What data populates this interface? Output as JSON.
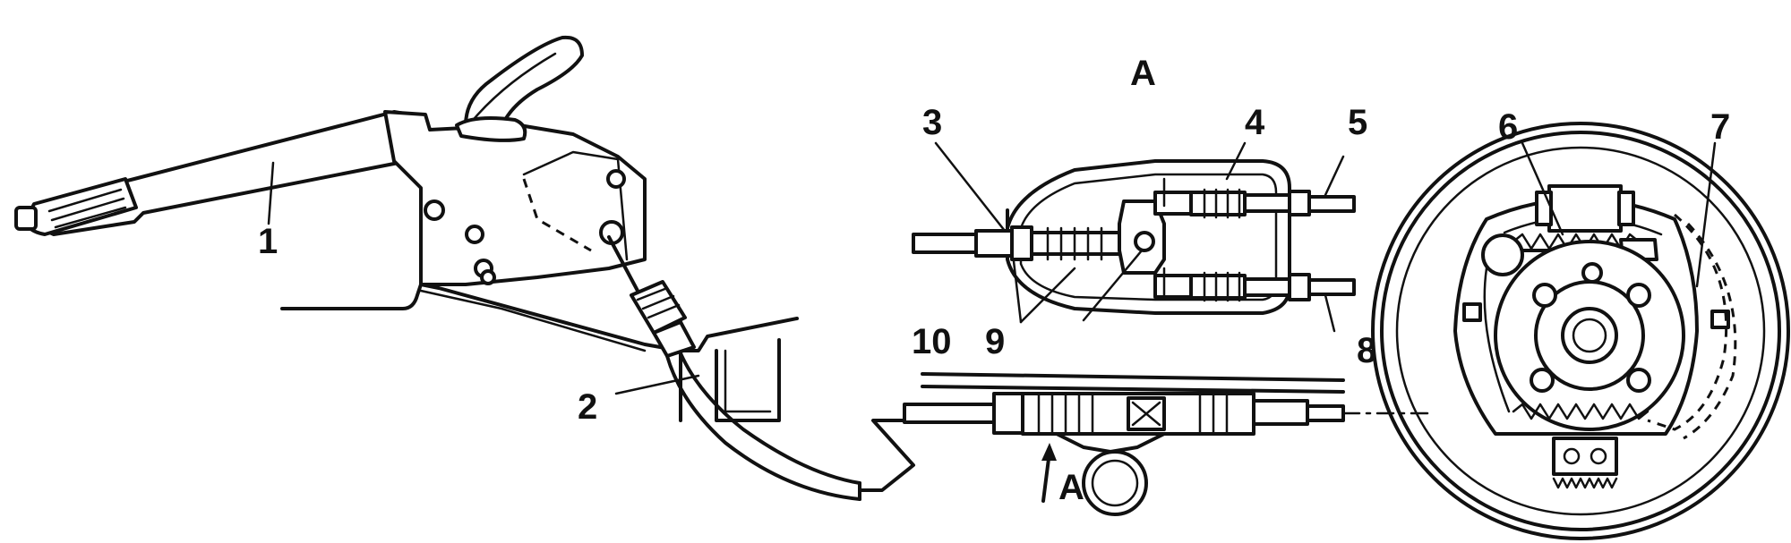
{
  "labels": {
    "l1": "1",
    "l2": "2",
    "l3": "3",
    "l4": "4",
    "l5": "5",
    "l6": "6",
    "l7": "7",
    "l8": "8",
    "l9": "9",
    "l10": "10",
    "view_a_title": "A",
    "view_a_arrow": "A"
  }
}
